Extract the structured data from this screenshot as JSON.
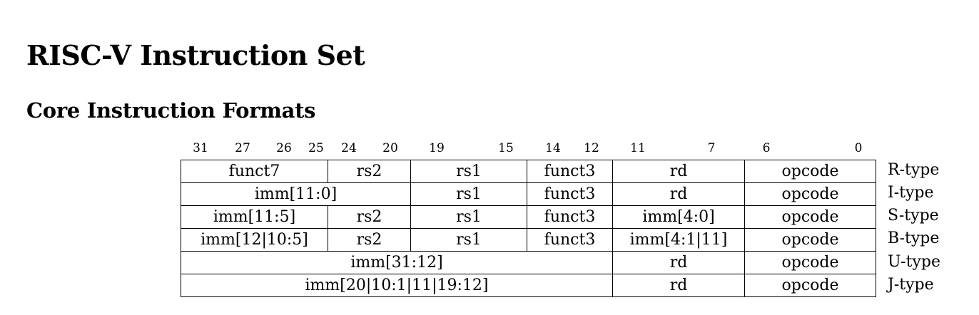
{
  "page": {
    "title": "RISC-V Instruction Set",
    "subtitle": "Core Instruction Formats"
  },
  "bit_positions": [
    "31",
    "27",
    "26",
    "25",
    "24",
    "20",
    "19",
    "15",
    "14",
    "12",
    "11",
    "7",
    "6",
    "0"
  ],
  "formats": [
    {
      "type": "R-type",
      "fields": [
        "funct7",
        "rs2",
        "rs1",
        "funct3",
        "rd",
        "opcode"
      ]
    },
    {
      "type": "I-type",
      "fields": [
        "imm[11:0]",
        "rs1",
        "funct3",
        "rd",
        "opcode"
      ]
    },
    {
      "type": "S-type",
      "fields": [
        "imm[11:5]",
        "rs2",
        "rs1",
        "funct3",
        "imm[4:0]",
        "opcode"
      ]
    },
    {
      "type": "B-type",
      "fields": [
        "imm[12|10:5]",
        "rs2",
        "rs1",
        "funct3",
        "imm[4:1|11]",
        "opcode"
      ]
    },
    {
      "type": "U-type",
      "fields": [
        "imm[31:12]",
        "rd",
        "opcode"
      ]
    },
    {
      "type": "J-type",
      "fields": [
        "imm[20|10:1|11|19:12]",
        "rd",
        "opcode"
      ]
    }
  ]
}
